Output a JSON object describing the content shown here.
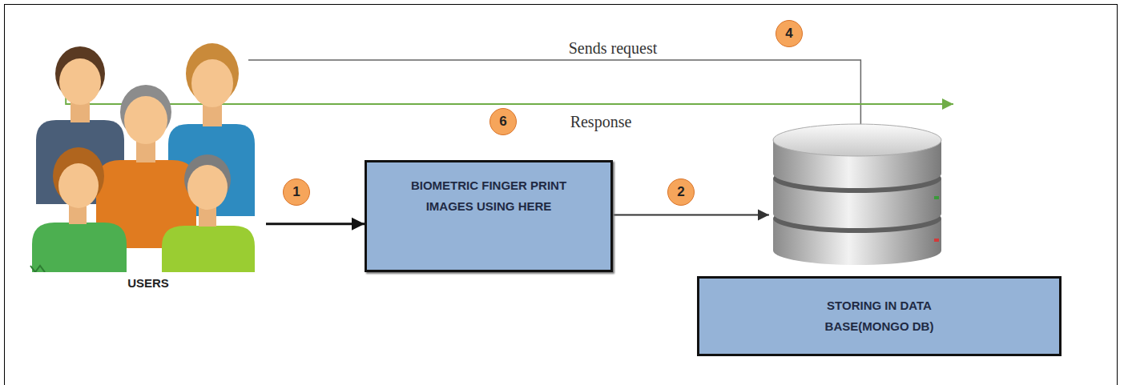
{
  "diagram": {
    "nodes": [
      {
        "text": [
          "USERS"
        ]
      },
      {
        "text": [
          "BIOMETRIC FINGER PRINT IMAGES USING HERE"
        ]
      },
      {
        "text": [
          "STORING IN DATA BASE(MONGO DB)"
        ]
      }
    ],
    "edges": [
      {
        "from": 0,
        "to": 1,
        "arrow": "to"
      },
      {
        "from": 1,
        "to": 2,
        "arrow": "to"
      },
      {
        "from": 0,
        "to": 2,
        "arrow": "to",
        "label": "Sends request"
      },
      {
        "from": 2,
        "to": 0,
        "arrow": "to",
        "label": "Response"
      }
    ],
    "labels": [
      "1",
      "2",
      "4",
      "6"
    ]
  }
}
